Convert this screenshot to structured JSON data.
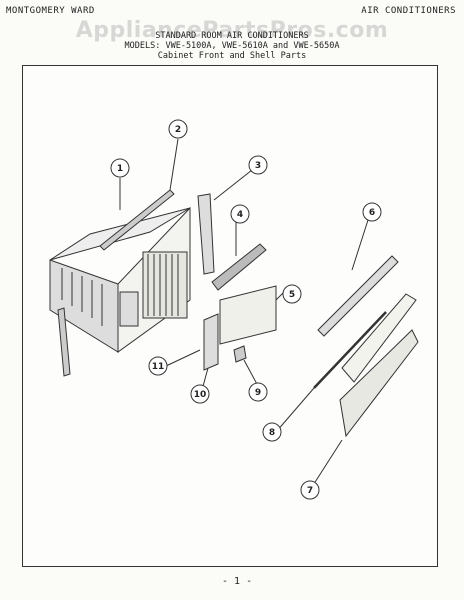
{
  "header": {
    "brand": "MONTGOMERY WARD",
    "category": "AIR CONDITIONERS"
  },
  "watermark": "AppliancePartsPros.com",
  "title": {
    "line1": "STANDARD ROOM AIR CONDITIONERS",
    "line2": "MODELS: VWE-5100A, VWE-5610A and VWE-5650A",
    "line3": "Cabinet Front and Shell Parts"
  },
  "callouts": [
    "1",
    "2",
    "3",
    "4",
    "5",
    "6",
    "7",
    "8",
    "9",
    "10",
    "11"
  ],
  "footer": {
    "mark": "- 1 -"
  }
}
